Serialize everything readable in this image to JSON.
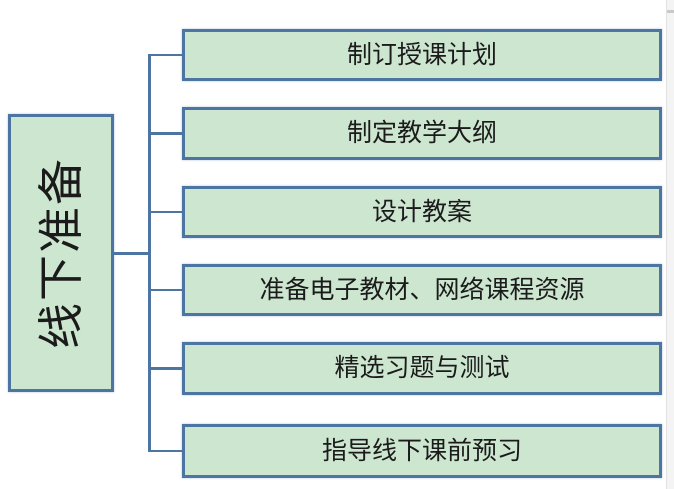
{
  "diagram": {
    "root": {
      "label": "线下准备"
    },
    "branches": [
      {
        "label": "制订授课计划"
      },
      {
        "label": "制定教学大纲"
      },
      {
        "label": "设计教案"
      },
      {
        "label": "准备电子教材、网络课程资源"
      },
      {
        "label": "精选习题与测试"
      },
      {
        "label": "指导线下课前预习"
      }
    ],
    "colors": {
      "node_fill": "#cde6d0",
      "node_border": "#4d75a1",
      "connector": "#4d75a1",
      "text": "#1b1b1b",
      "scrollbar_track": "#f4f4f4",
      "scrollbar_thumb": "#c9c9c9"
    }
  }
}
